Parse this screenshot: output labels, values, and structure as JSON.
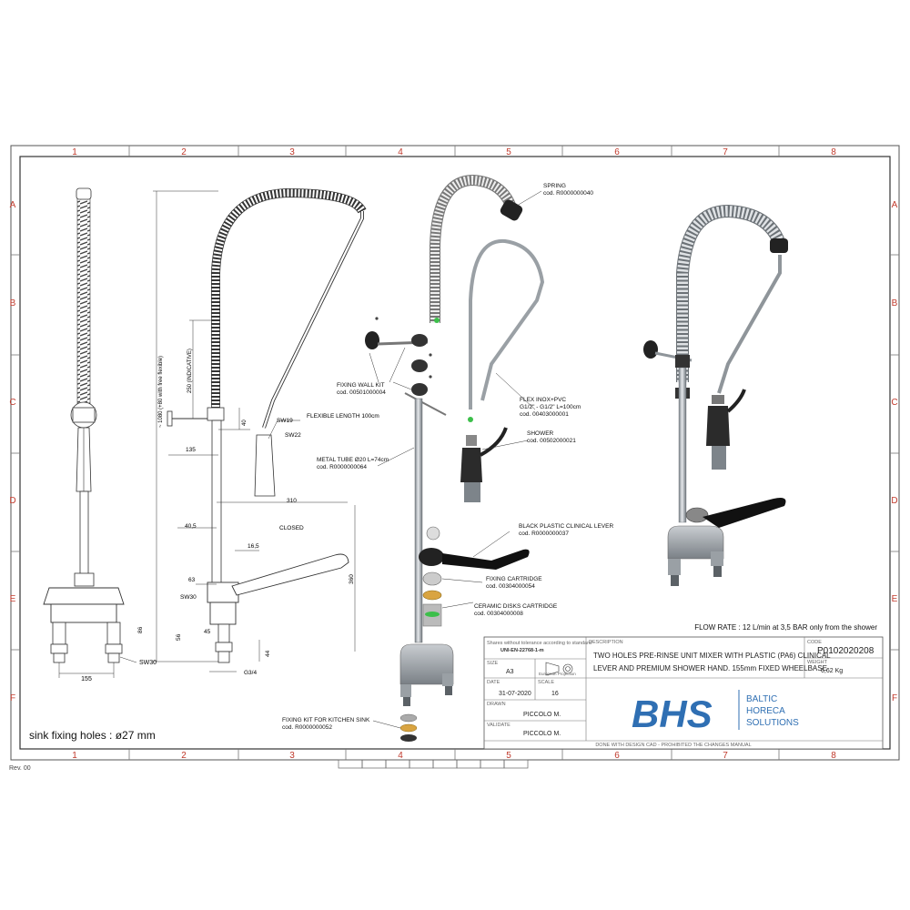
{
  "frame": {
    "columns": [
      "1",
      "2",
      "3",
      "4",
      "5",
      "6",
      "7",
      "8"
    ],
    "rows": [
      "A",
      "B",
      "C",
      "D",
      "E",
      "F"
    ],
    "revision": "Rev. 00"
  },
  "dimensions": {
    "total_height": "~ 1080 (+80 with free flexible)",
    "indicative": "250 (INDICATIVE)",
    "d135": "135",
    "d40": "40",
    "sw19": "SW19",
    "sw22": "SW22",
    "flex_length": "FLEXIBLE LENGTH 100cm",
    "d310": "310",
    "closed": "CLOSED",
    "d405": "40,5",
    "d165": "16,5",
    "d63": "63",
    "sw30_a": "SW30",
    "d360": "360",
    "d45": "45",
    "d56": "56",
    "d86": "86",
    "d44": "44",
    "g34": "G3/4",
    "d155": "155",
    "sw30_b": "SW30"
  },
  "sink_note": "sink fixing holes : ø27 mm",
  "flow_rate": "FLOW RATE : 12 L/min at 3,5 BAR only from the shower",
  "parts": {
    "spring": {
      "name": "SPRING",
      "code": "cod. R0000000040"
    },
    "fixing_wall_kit": {
      "name": "FIXING WALL KIT",
      "code": "cod. 00501000004"
    },
    "flex": {
      "name": "FLEX INOX+PVC",
      "spec": "G1/2\" - G1/2\" L=100cm",
      "code": "cod. 00403000001"
    },
    "shower": {
      "name": "SHOWER",
      "code": "cod. 00502000021"
    },
    "metal_tube": {
      "name": "METAL TUBE Ø20 L=74cm",
      "code": "cod. R0000000064"
    },
    "black_lever": {
      "name": "BLACK PLASTIC CLINICAL LEVER",
      "code": "cod. R0000000037"
    },
    "fixing_cartridge": {
      "name": "FIXING CARTRIDGE",
      "code": "cod. 00304000054"
    },
    "ceramic_cartridge": {
      "name": "CERAMIC DISKS CARTRIDGE",
      "code": "cod. 00304000008"
    },
    "fixing_kit_sink": {
      "name": "FIXING KIT FOR KITCHEN SINK",
      "code": "cod. R0000000052"
    }
  },
  "title_block": {
    "tolerance": "Shares without tolerance according to standard",
    "standard": "UNI-EN-22768-1-m",
    "description_label": "DESCRIPTION",
    "description": "TWO HOLES PRE-RINSE UNIT MIXER WITH PLASTIC (PA6) CLINICAL LEVER AND PREMIUM SHOWER HAND. 155mm FIXED WHEELBASE",
    "description_line1": "TWO HOLES PRE-RINSE UNIT MIXER WITH PLASTIC (PA6) CLINICAL",
    "description_line2": "LEVER AND PREMIUM SHOWER HAND. 155mm FIXED WHEELBASE",
    "code_label": "CODE",
    "code": "P0102020208",
    "weight_label": "WEIGHT",
    "weight": "6,62 Kg",
    "size_label": "SIZE",
    "size": "A3",
    "projection": "European Projection",
    "date_label": "DATE",
    "date": "31-07-2020",
    "scale_label": "SCALE",
    "scale": "16",
    "drawn_label": "DRAWN",
    "drawn": "PICCOLO M.",
    "validate_label": "VALIDATE",
    "validate": "PICCOLO M.",
    "footer": "DONE WITH DESIGN CAD - PROHIBITED THE CHANGES MANUAL"
  },
  "logo": {
    "mark": "BHS",
    "line1": "BALTIC",
    "line2": "HORECA",
    "line3": "SOLUTIONS",
    "color": "#2f6fb3"
  }
}
